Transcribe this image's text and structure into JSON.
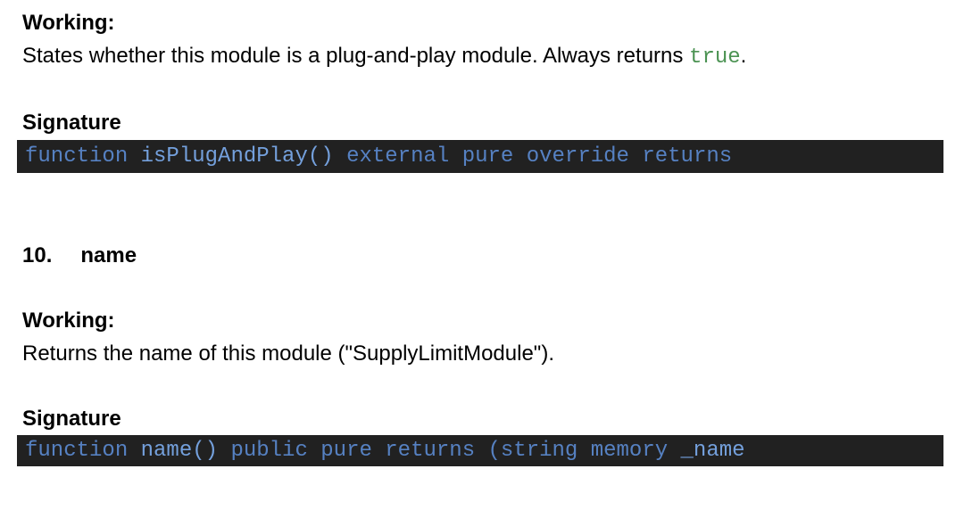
{
  "page": {
    "background": "#ffffff",
    "text_color": "#000000"
  },
  "colors": {
    "code_block_background": "#212121",
    "code_keyword_blue": "#5681C2",
    "code_function_name_blue": "#74A0DC",
    "inline_code_green": "#4C9353"
  },
  "section_isPlugAndPlay": {
    "working_label": "Working:",
    "description": {
      "before": "States whether this module is a plug-and-play module. Always returns ",
      "code": "true",
      "after": "."
    },
    "signature_label": "Signature",
    "code_tokens": [
      {
        "text": "function ",
        "type": "keyword"
      },
      {
        "text": "isPlugAndPlay()",
        "type": "function-name"
      },
      {
        "text": " external pure override returns",
        "type": "keyword"
      }
    ]
  },
  "section_name": {
    "number": "10.",
    "title": "name",
    "working_label": "Working:",
    "description": "Returns the name of this module (\"SupplyLimitModule\").",
    "signature_label": "Signature",
    "code_tokens": [
      {
        "text": "function ",
        "type": "keyword"
      },
      {
        "text": "name()",
        "type": "function-name"
      },
      {
        "text": " public pure returns (string memory ",
        "type": "keyword"
      },
      {
        "text": "_name",
        "type": "function-name"
      }
    ]
  }
}
